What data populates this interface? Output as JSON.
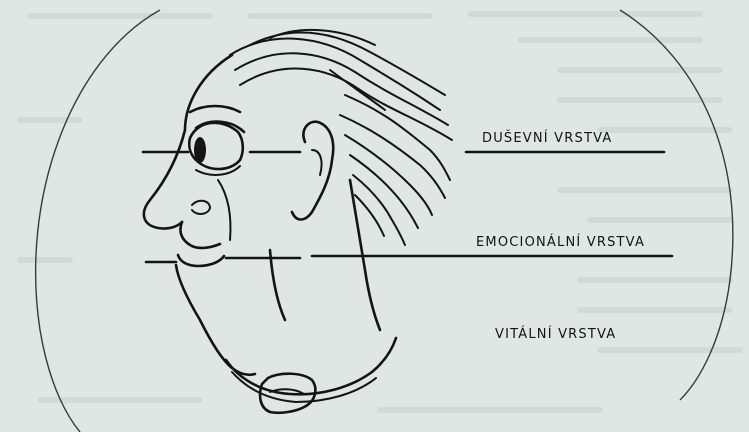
{
  "diagram": {
    "layers": [
      {
        "id": "dusevni",
        "label": "DUŠEVNÍ VRSTVA"
      },
      {
        "id": "emocionalni",
        "label": "EMOCIONÁLNÍ VRSTVA"
      },
      {
        "id": "vitalni",
        "label": "VITÁLNÍ VRSTVA"
      }
    ],
    "colors": {
      "ink": "#141414",
      "paper": "#dfe6e4"
    }
  }
}
